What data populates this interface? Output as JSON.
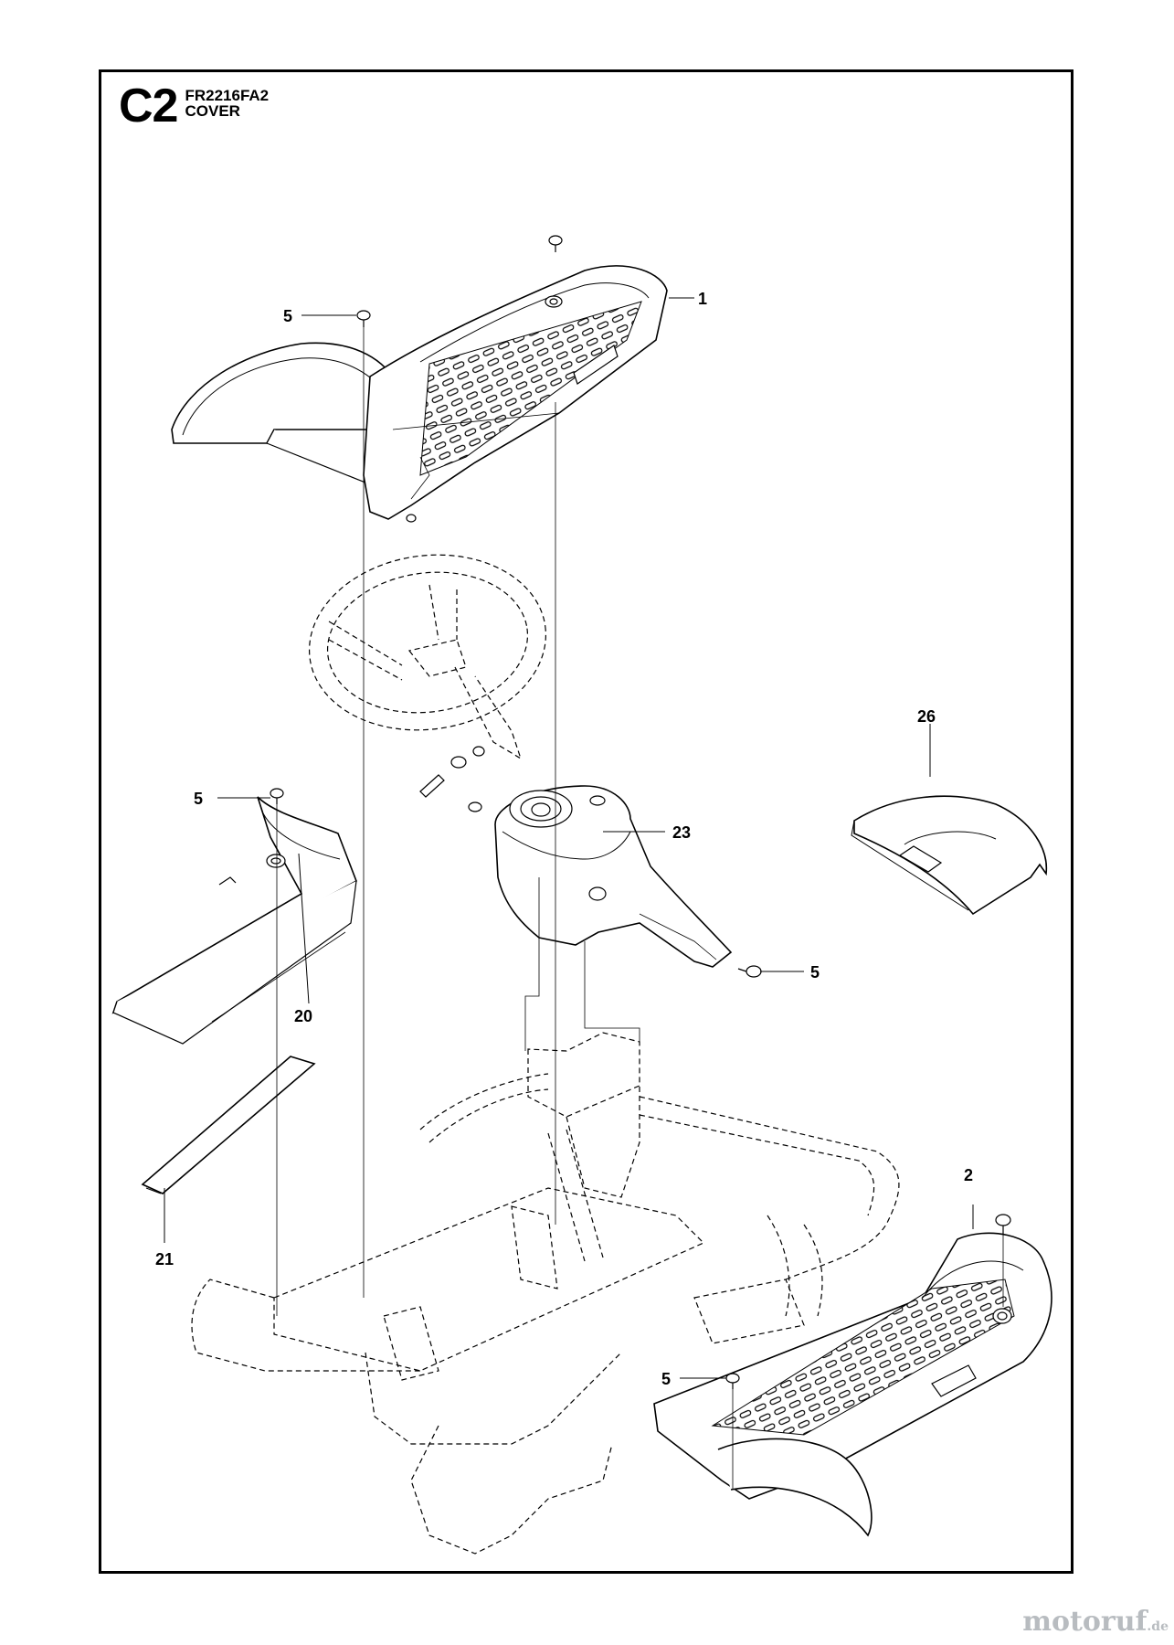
{
  "header": {
    "section_code": "C2",
    "model": "FR2216FA2",
    "title": "COVER"
  },
  "callouts": [
    {
      "id": "label-1",
      "text": "1"
    },
    {
      "id": "label-2",
      "text": "2"
    },
    {
      "id": "label-5-a",
      "text": "5"
    },
    {
      "id": "label-5-b",
      "text": "5"
    },
    {
      "id": "label-5-c",
      "text": "5"
    },
    {
      "id": "label-5-d",
      "text": "5"
    },
    {
      "id": "label-20",
      "text": "20"
    },
    {
      "id": "label-21",
      "text": "21"
    },
    {
      "id": "label-23",
      "text": "23"
    },
    {
      "id": "label-26",
      "text": "26"
    }
  ],
  "watermark": {
    "brand": "motoruf",
    "tld": ".de"
  },
  "colors": {
    "line": "#000000",
    "part_fill": "#ffffff",
    "shade": "#d9d9d9",
    "watermark": "#b8bcc0"
  }
}
